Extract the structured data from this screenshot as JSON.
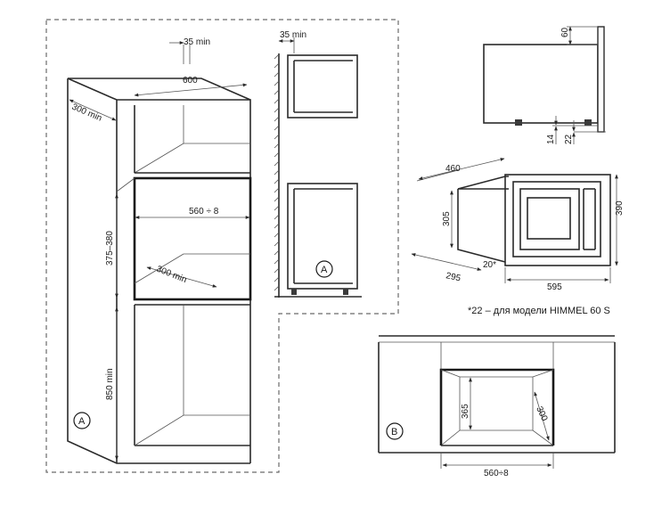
{
  "view_a": {
    "dim_gap_top": "35 min",
    "dim_width": "600",
    "dim_depth": "300 min",
    "dim_opening_width": "560 ÷ 8",
    "dim_opening_height": "375–380",
    "dim_opening_depth": "300 min",
    "dim_bottom_height": "850 min",
    "label": "A"
  },
  "side_view": {
    "dim_gap": "35 min",
    "label": "A"
  },
  "appliance_side": {
    "dim_top": "60",
    "dim_14": "14",
    "dim_22": "22"
  },
  "appliance_front": {
    "dim_depth": "460",
    "dim_height": "305",
    "dim_total_height": "390",
    "dim_bottom_depth": "295",
    "dim_offset": "20*",
    "dim_width": "595"
  },
  "footnote": "*22 – для модели HIMMEL 60 S",
  "view_b": {
    "dim_height": "365",
    "dim_depth": "300",
    "dim_width": "560÷8",
    "label": "B"
  }
}
